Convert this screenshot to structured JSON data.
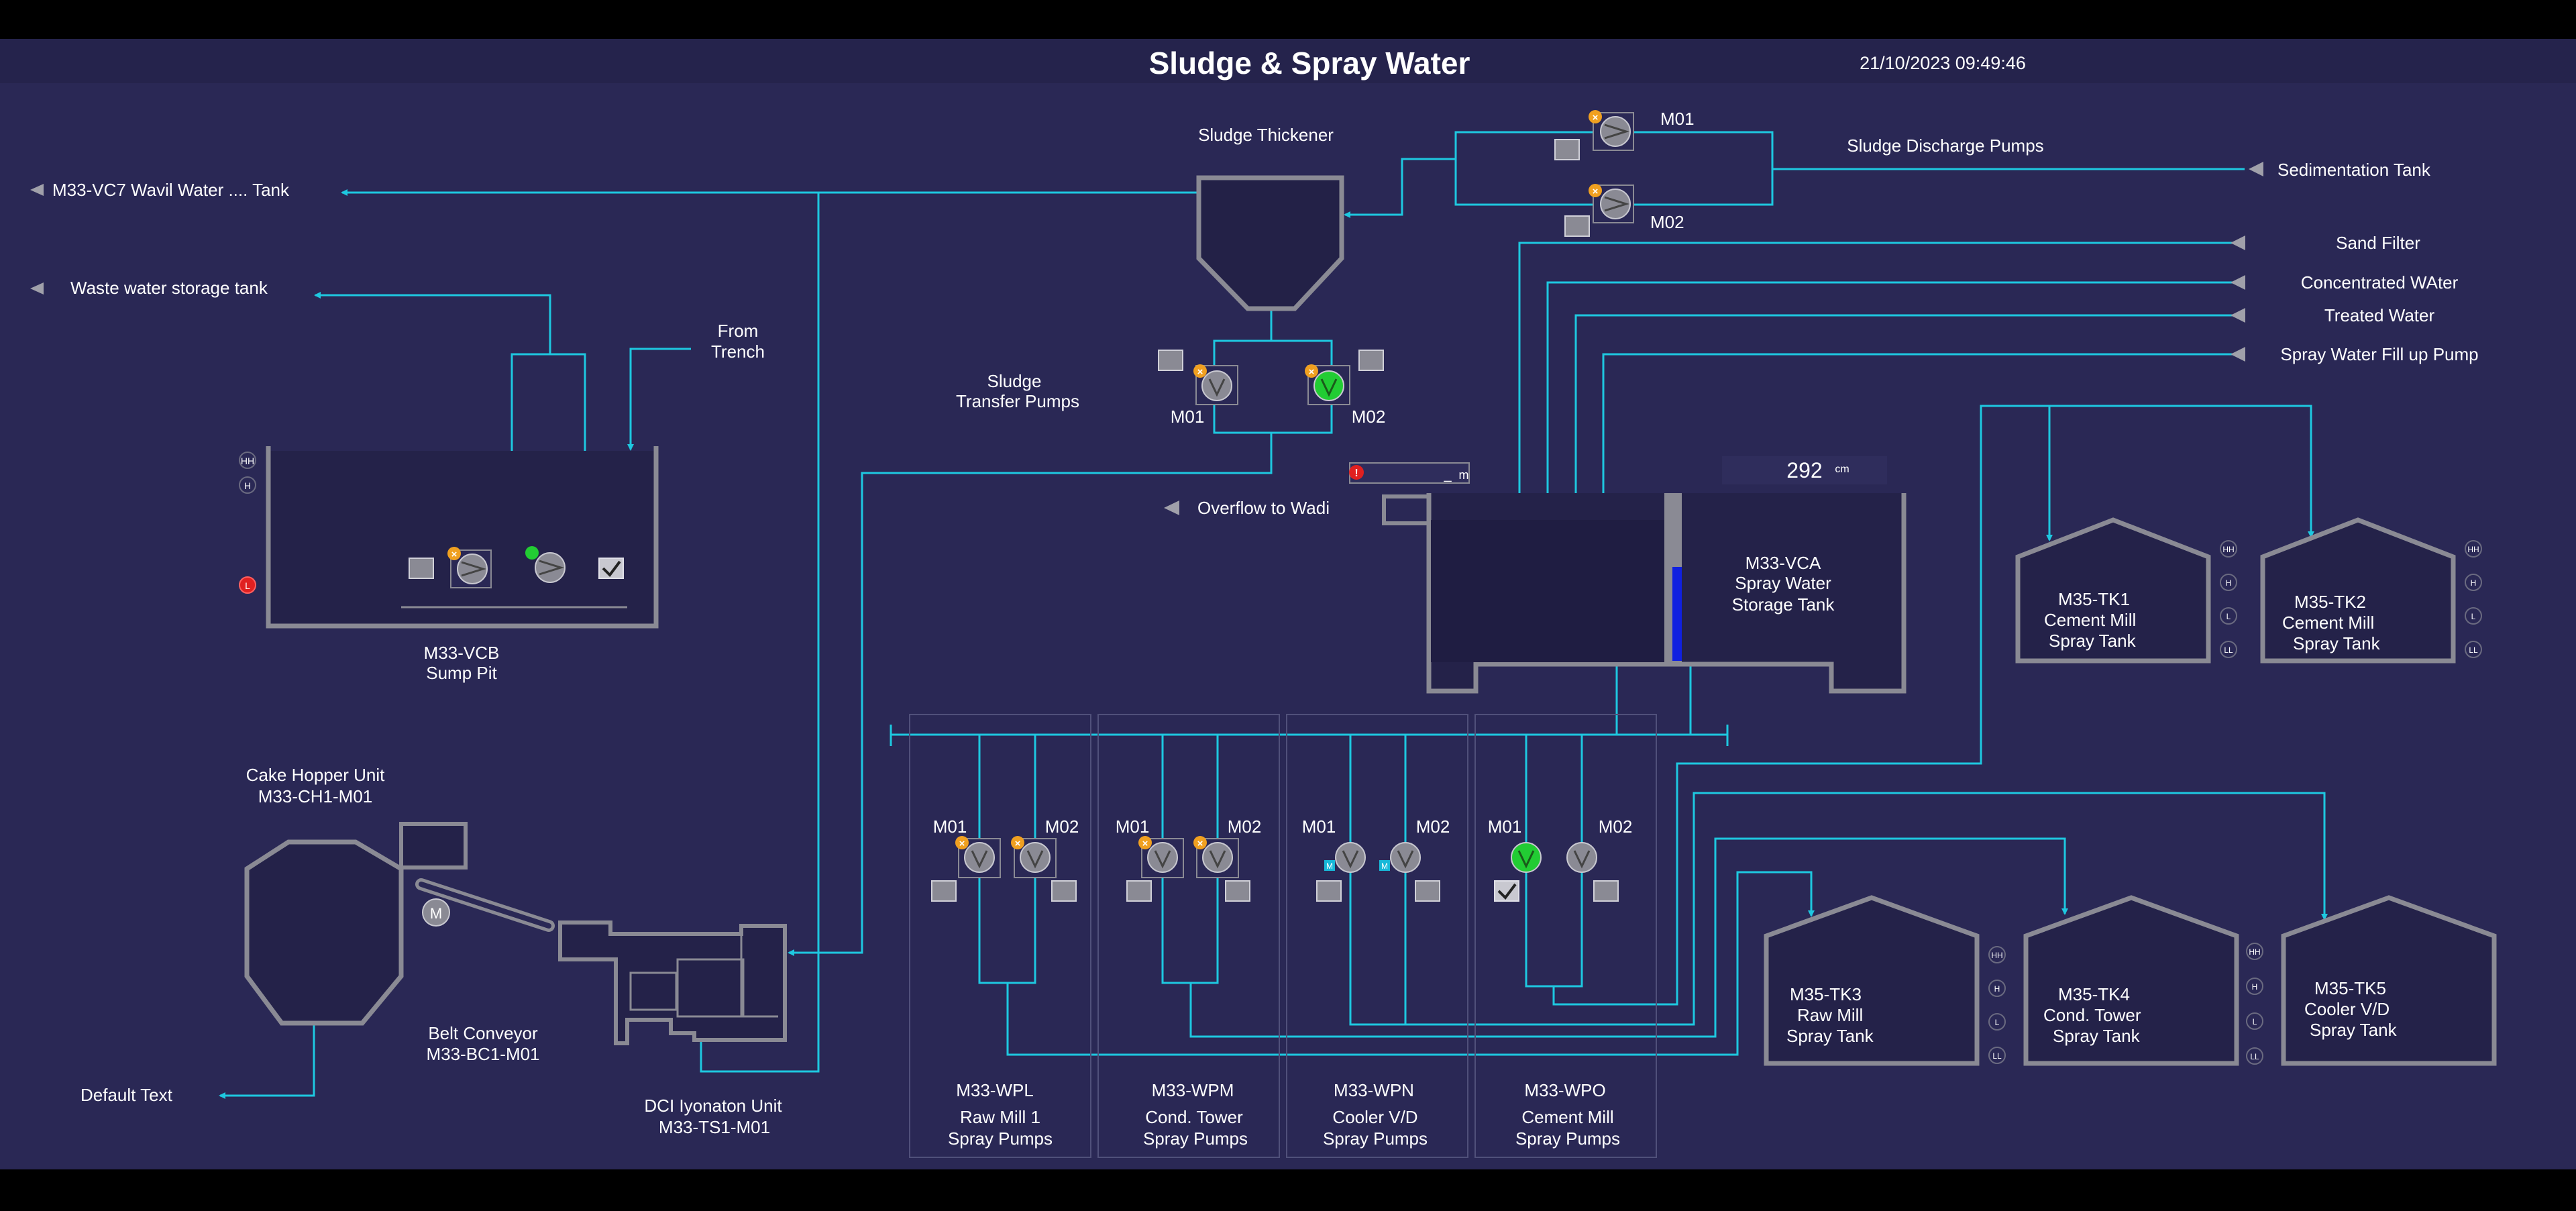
{
  "header": {
    "title": "Sludge & Spray Water",
    "timestamp": "21/10/2023 09:49:46"
  },
  "destinations": {
    "vc7": "M33-VC7 Wavil Water .... Tank",
    "waste": "Waste water storage tank",
    "default": "Default Text",
    "overflow": "Overflow to Wadi"
  },
  "sources": {
    "sedimentation": "Sedimentation Tank",
    "sand_filter": "Sand Filter",
    "concentrated": "Concentrated WAter",
    "treated": "Treated Water",
    "fillup": "Spray Water Fill up Pump",
    "trench": [
      "From",
      "Trench"
    ]
  },
  "sludge_discharge": {
    "title": "Sludge  Discharge Pumps",
    "m01": "M01",
    "m02": "M02"
  },
  "thickener": {
    "title": "Sludge Thickener"
  },
  "sludge_transfer": {
    "title": [
      "Sludge",
      "Transfer Pumps"
    ],
    "m01": "M01",
    "m02": "M02"
  },
  "sump_pit": {
    "name": [
      "M33-VCB",
      "Sump Pit"
    ],
    "levels": [
      "HH",
      "H",
      "L"
    ]
  },
  "storage_tank": {
    "name": [
      "M33-VCA",
      "Spray Water",
      "Storage Tank"
    ],
    "level_value": "292",
    "level_unit": "cm",
    "gauge_value": "_",
    "gauge_unit": "m",
    "fill_fraction": 0.65
  },
  "cake_hopper": {
    "name": [
      "Cake Hopper Unit",
      "M33-CH1-M01"
    ]
  },
  "belt_conveyor": {
    "name": [
      "Belt Conveyor",
      "M33-BC1-M01"
    ],
    "motor": "M"
  },
  "dci": {
    "name": [
      "DCI Iyonaton Unit",
      "M33-TS1-M01"
    ]
  },
  "pump_groups": [
    {
      "code": "M33-WPL",
      "line1": "Raw Mill 1",
      "line2": "Spray Pumps",
      "m01": "M01",
      "m02": "M02"
    },
    {
      "code": "M33-WPM",
      "line1": "Cond. Tower",
      "line2": "Spray Pumps",
      "m01": "M01",
      "m02": "M02"
    },
    {
      "code": "M33-WPN",
      "line1": "Cooler V/D",
      "line2": "Spray Pumps",
      "m01": "M01",
      "m02": "M02"
    },
    {
      "code": "M33-WPO",
      "line1": "Cement Mill",
      "line2": "Spray Pumps",
      "m01": "M01",
      "m02": "M02"
    }
  ],
  "spray_tanks": [
    {
      "line1": "M35-TK1",
      "line2": "Cement Mill",
      "line3": "Spray Tank"
    },
    {
      "line1": "M35-TK2",
      "line2": "Cement Mill",
      "line3": "Spray Tank"
    },
    {
      "line1": "M35-TK3",
      "line2": "Raw Mill",
      "line3": "Spray Tank"
    },
    {
      "line1": "M35-TK4",
      "line2": "Cond. Tower",
      "line3": "Spray Tank"
    },
    {
      "line1": "M35-TK5",
      "line2": "Cooler V/D",
      "line3": "Spray Tank"
    }
  ],
  "level_badges": [
    "HH",
    "H",
    "L",
    "LL"
  ],
  "colors": {
    "background": "#2a2855",
    "pipe": "#1ec8e0",
    "equipment": "#8a8a94",
    "running": "#22cc33",
    "fault": "#f0a020",
    "alarm": "#e02020",
    "level_fill": "#1020e0",
    "status_m": "#18b8d8"
  }
}
